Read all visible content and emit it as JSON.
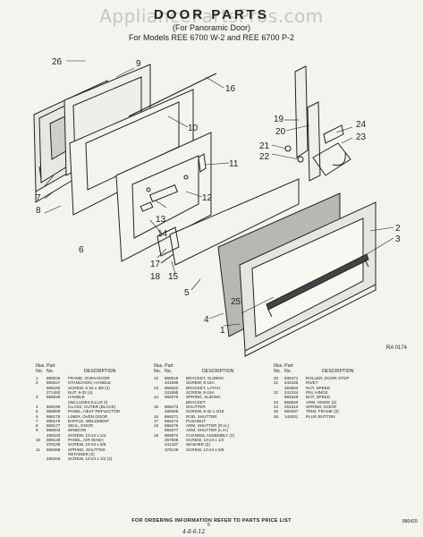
{
  "watermark": "AppliancePartsPros.com",
  "header": {
    "title": "DOOR PARTS",
    "subtitle": "(For Panoramic Door)",
    "models": "For Models REE 6700 W-2 and REE 6700 P-2"
  },
  "figure": {
    "code": "RA 0174",
    "callouts": [
      "26",
      "9",
      "16",
      "10",
      "11",
      "12",
      "13",
      "14",
      "6",
      "7",
      "8",
      "19",
      "20",
      "21",
      "22",
      "24",
      "23",
      "2",
      "3",
      "1",
      "4",
      "5",
      "15",
      "17",
      "18",
      "25"
    ]
  },
  "table": {
    "headers": {
      "illus": "Illus. Part",
      "no": "No.",
      "partno": "No.",
      "description": "DESCRIPTION"
    },
    "columns": [
      [
        {
          "item": "1",
          "part": "868025",
          "desc": "FRAME, OVEN DOOR"
        },
        {
          "item": "2",
          "part": "866047",
          "desc": "STANCHION, HANDLE"
        },
        {
          "item": "",
          "part": "866155",
          "desc": "SCREW, 6-32 x 3/8 (4)"
        },
        {
          "item": "",
          "part": "271482",
          "desc": "NUT, 6-32 (4)"
        },
        {
          "item": "3",
          "part": "866048",
          "desc": "HANDLE"
        },
        {
          "item": "",
          "part": "",
          "desc": "(INCLUDES ILLUS 2)"
        },
        {
          "item": "4",
          "part": "868199",
          "desc": "GLASS, OUTER (BLACK)"
        },
        {
          "item": "5",
          "part": "868089",
          "desc": "PANEL, HEAT REFLECTOR"
        },
        {
          "item": "6",
          "part": "868175",
          "desc": "LINER, OVEN DOOR"
        },
        {
          "item": "7",
          "part": "868176",
          "desc": "BAFFLE, WELDMENT"
        },
        {
          "item": "8",
          "part": "868177",
          "desc": "SEAL, DOOR"
        },
        {
          "item": "9",
          "part": "868003",
          "desc": "WINDOW"
        },
        {
          "item": "",
          "part": "486343",
          "desc": "SCREW, 10-24 x 1/2"
        },
        {
          "item": "10",
          "part": "866130",
          "desc": "PANEL, AIR WASH"
        },
        {
          "item": "",
          "part": "378139",
          "desc": "SCREW, 10-24 x 5/8"
        },
        {
          "item": "11",
          "part": "868268",
          "desc": "SPRING, SHUTTER"
        },
        {
          "item": "",
          "part": "",
          "desc": "RETAINER (2)"
        },
        {
          "item": "",
          "part": "486343",
          "desc": "SCREW, 10-24 x 1/2 (2)"
        }
      ],
      [
        {
          "item": "12",
          "part": "868019",
          "desc": "BRACKET, SLIDING"
        },
        {
          "item": "",
          "part": "341695",
          "desc": "SCREW, 8-15A"
        },
        {
          "item": "13",
          "part": "866022",
          "desc": "BRACKET, LATCH"
        },
        {
          "item": "",
          "part": "341695",
          "desc": "SCREW, 8-15A"
        },
        {
          "item": "14",
          "part": "866270",
          "desc": "SPRING, SLIDING"
        },
        {
          "item": "",
          "part": "",
          "desc": "BRACKET"
        },
        {
          "item": "15",
          "part": "866273",
          "desc": "SHUTTER"
        },
        {
          "item": "",
          "part": "486559",
          "desc": "SCREW, 8-32 x 3/16"
        },
        {
          "item": "16",
          "part": "866271",
          "desc": "ROD, SHUTTER"
        },
        {
          "item": "17",
          "part": "866272",
          "desc": "PUSHNUT"
        },
        {
          "item": "18",
          "part": "866276",
          "desc": "ARM, SHUTTER (R.H.)"
        },
        {
          "item": "",
          "part": "866277",
          "desc": "ARM, SHUTTER (L.H.)"
        },
        {
          "item": "19",
          "part": "866972",
          "desc": "CHANNEL ASSEMBLY (2)"
        },
        {
          "item": "",
          "part": "267506",
          "desc": "SCREW, 10-24 x 1/2"
        },
        {
          "item": "",
          "part": "241437",
          "desc": "WASHER (2)"
        },
        {
          "item": "",
          "part": "378139",
          "desc": "SCREW, 10-24 x 5/8"
        }
      ],
      [
        {
          "item": "20",
          "part": "836471",
          "desc": "ROLLER, DOOR STOP"
        },
        {
          "item": "21",
          "part": "242425",
          "desc": "RIVET"
        },
        {
          "item": "",
          "part": "463863",
          "desc": "NUT, SPEED"
        },
        {
          "item": "22",
          "part": "241334",
          "desc": "PIN, HINGE"
        },
        {
          "item": "",
          "part": "866326",
          "desc": "NUT, SPEED"
        },
        {
          "item": "23",
          "part": "866640",
          "desc": "ARM, HINGE (2)"
        },
        {
          "item": "24",
          "part": "261312",
          "desc": "SPRING, DOOR"
        },
        {
          "item": "25",
          "part": "866287",
          "desc": "TRIM, FRAME (2)"
        },
        {
          "item": "26",
          "part": "142001",
          "desc": "PLUG BUTTON"
        }
      ]
    ]
  },
  "footer": {
    "note": "FOR ORDERING INFORMATION REFER TO PARTS PRICE LIST",
    "page": "5",
    "doc_code": "880429",
    "handwritten": "4-8-6-12"
  }
}
